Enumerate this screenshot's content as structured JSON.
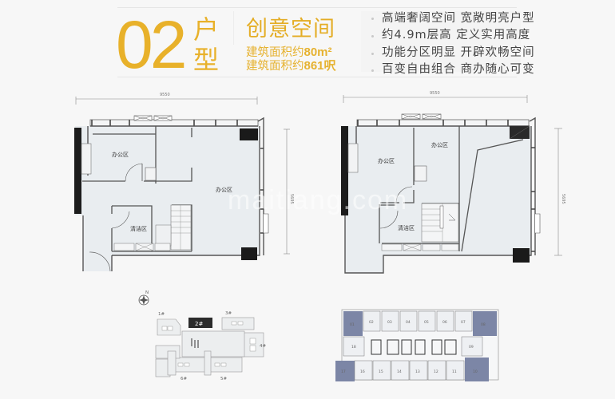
{
  "header": {
    "unit_number": "02",
    "unit_word": "户型",
    "title": "创意空间",
    "area_lines": [
      {
        "prefix": "建筑面积约",
        "value": "80m²"
      },
      {
        "prefix": "建筑面积约",
        "value": "861呎"
      }
    ],
    "features": [
      "高端奢阔空间 宽敞明亮户型",
      "约4.9m层高 定义实用高度",
      "功能分区明显 开辟欢畅空间",
      "百变自由组合 商办随心可变"
    ]
  },
  "floorplans": {
    "lower": {
      "width_dim": "9550",
      "height_dim": "5695",
      "rooms": [
        "办公区",
        "办公区",
        "清洁区"
      ]
    },
    "upper": {
      "width_dim": "9550",
      "height_dim": "5695",
      "rooms": [
        "办公区",
        "办公区",
        "清洁区"
      ]
    }
  },
  "site_plan": {
    "compass_label": "N",
    "buildings": [
      "1#",
      "2#",
      "3#",
      "4#",
      "5#",
      "6#"
    ],
    "highlighted": "2#"
  },
  "floor_key_plan": {
    "top_row": [
      "01",
      "02",
      "03",
      "04",
      "05",
      "06",
      "07",
      "08"
    ],
    "middle": [
      "18",
      "09"
    ],
    "bottom_row": [
      "17",
      "16",
      "15",
      "14",
      "13",
      "12",
      "11",
      "10"
    ],
    "highlighted_units": [
      "01",
      "08",
      "17",
      "10"
    ],
    "highlight_color": "#7c86a6",
    "unit_color": "#eef0f3"
  },
  "watermark": "maitiang.com",
  "colors": {
    "accent": "#e8b12a",
    "background": "#f7f7f7",
    "wall": "#555555",
    "floor": "#e9edf0",
    "column": "#1a1a1a"
  }
}
